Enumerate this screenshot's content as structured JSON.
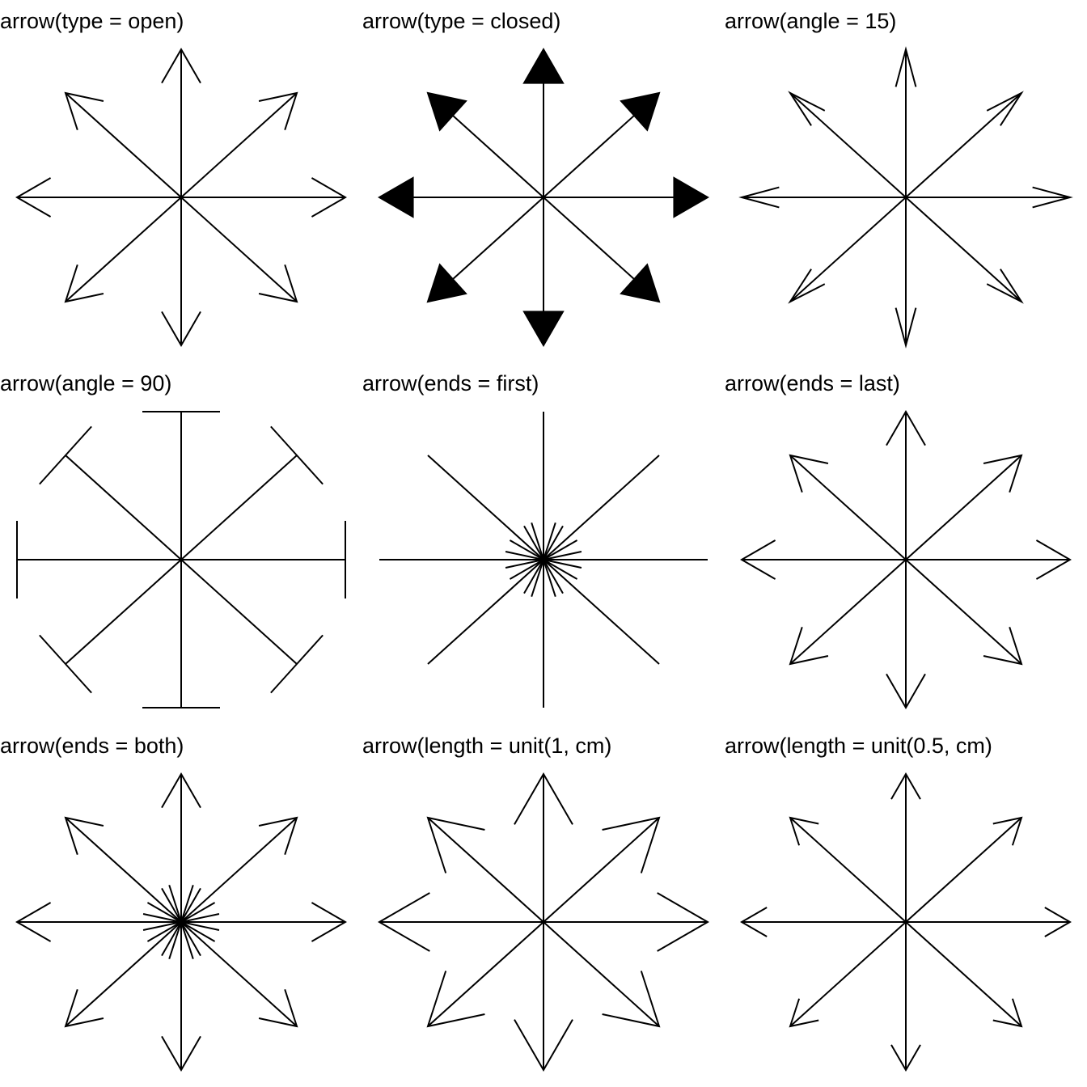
{
  "colors": {
    "background": "#ffffff",
    "stroke": "#000000"
  },
  "panels": [
    {
      "title": "arrow(type = open)",
      "type": "open",
      "angle": 30,
      "ends": "last",
      "length_scale": 1
    },
    {
      "title": "arrow(type = closed)",
      "type": "closed",
      "angle": 30,
      "ends": "last",
      "length_scale": 1
    },
    {
      "title": "arrow(angle = 15)",
      "type": "open",
      "angle": 15,
      "ends": "last",
      "length_scale": 1
    },
    {
      "title": "arrow(angle = 90)",
      "type": "open",
      "angle": 90,
      "ends": "last",
      "length_scale": 1
    },
    {
      "title": "arrow(ends = first)",
      "type": "open",
      "angle": 30,
      "ends": "first",
      "length_scale": 1
    },
    {
      "title": "arrow(ends = last)",
      "type": "open",
      "angle": 30,
      "ends": "last",
      "length_scale": 1
    },
    {
      "title": "arrow(ends = both)",
      "type": "open",
      "angle": 30,
      "ends": "both",
      "length_scale": 1
    },
    {
      "title": "arrow(length = unit(1, cm)",
      "type": "open",
      "angle": 30,
      "ends": "last",
      "length_scale": 1.5
    },
    {
      "title": "arrow(length = unit(0.5, cm)",
      "type": "open",
      "angle": 30,
      "ends": "last",
      "length_scale": 0.75
    }
  ]
}
